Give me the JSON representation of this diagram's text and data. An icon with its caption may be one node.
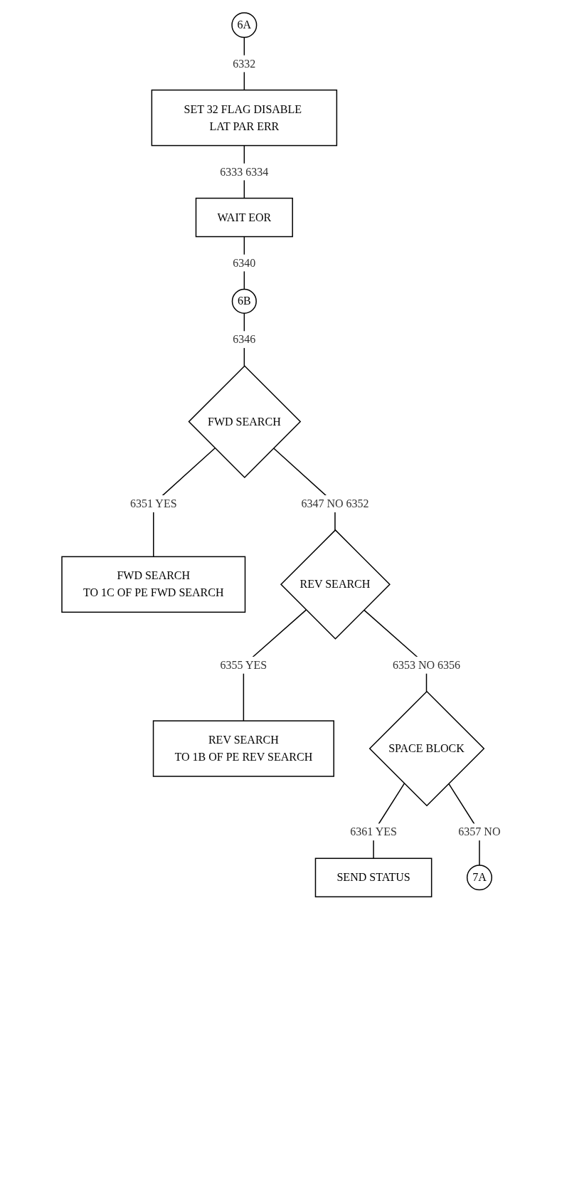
{
  "diagram": {
    "nodes": [
      {
        "text": [
          "6A"
        ]
      },
      {
        "text": [
          "SET 32 FLAG DISABLE LAT PAR ERR"
        ]
      },
      {
        "text": [
          "WAIT EOR"
        ]
      },
      {
        "text": [
          "6B"
        ]
      },
      {
        "text": [
          "FWD SEARCH"
        ]
      },
      {
        "text": [
          "FWD SEARCH",
          "TO 1C OF PE FWD SEARCH"
        ]
      },
      {
        "text": [
          "REV SEARCH"
        ]
      },
      {
        "text": [
          "REV SEARCH",
          "TO 1B OF PE REV SEARCH"
        ]
      },
      {
        "text": [
          "SPACE BLOCK"
        ]
      },
      {
        "text": [
          "SEND STATUS"
        ]
      },
      {
        "text": [
          "7A"
        ]
      }
    ],
    "edges": [
      {
        "from": 0,
        "to": 1,
        "arrow": "none",
        "label": "6332"
      },
      {
        "from": 1,
        "to": 2,
        "arrow": "none",
        "label": "6333 6334"
      },
      {
        "from": 2,
        "to": 3,
        "arrow": "none",
        "label": "6340"
      },
      {
        "from": 3,
        "to": 4,
        "arrow": "none",
        "label": "6346"
      },
      {
        "from": 4,
        "to": 5,
        "arrow": "none",
        "label": "6351 YES"
      },
      {
        "from": 4,
        "to": 6,
        "arrow": "none",
        "label": "6347 NO 6352"
      },
      {
        "from": 6,
        "to": 7,
        "arrow": "none",
        "label": "6355 YES"
      },
      {
        "from": 6,
        "to": 8,
        "arrow": "none",
        "label": "6353 NO 6356"
      },
      {
        "from": 8,
        "to": 9,
        "arrow": "none",
        "label": "6361 YES"
      },
      {
        "from": 8,
        "to": 10,
        "arrow": "none",
        "label": "6357 NO"
      }
    ]
  }
}
